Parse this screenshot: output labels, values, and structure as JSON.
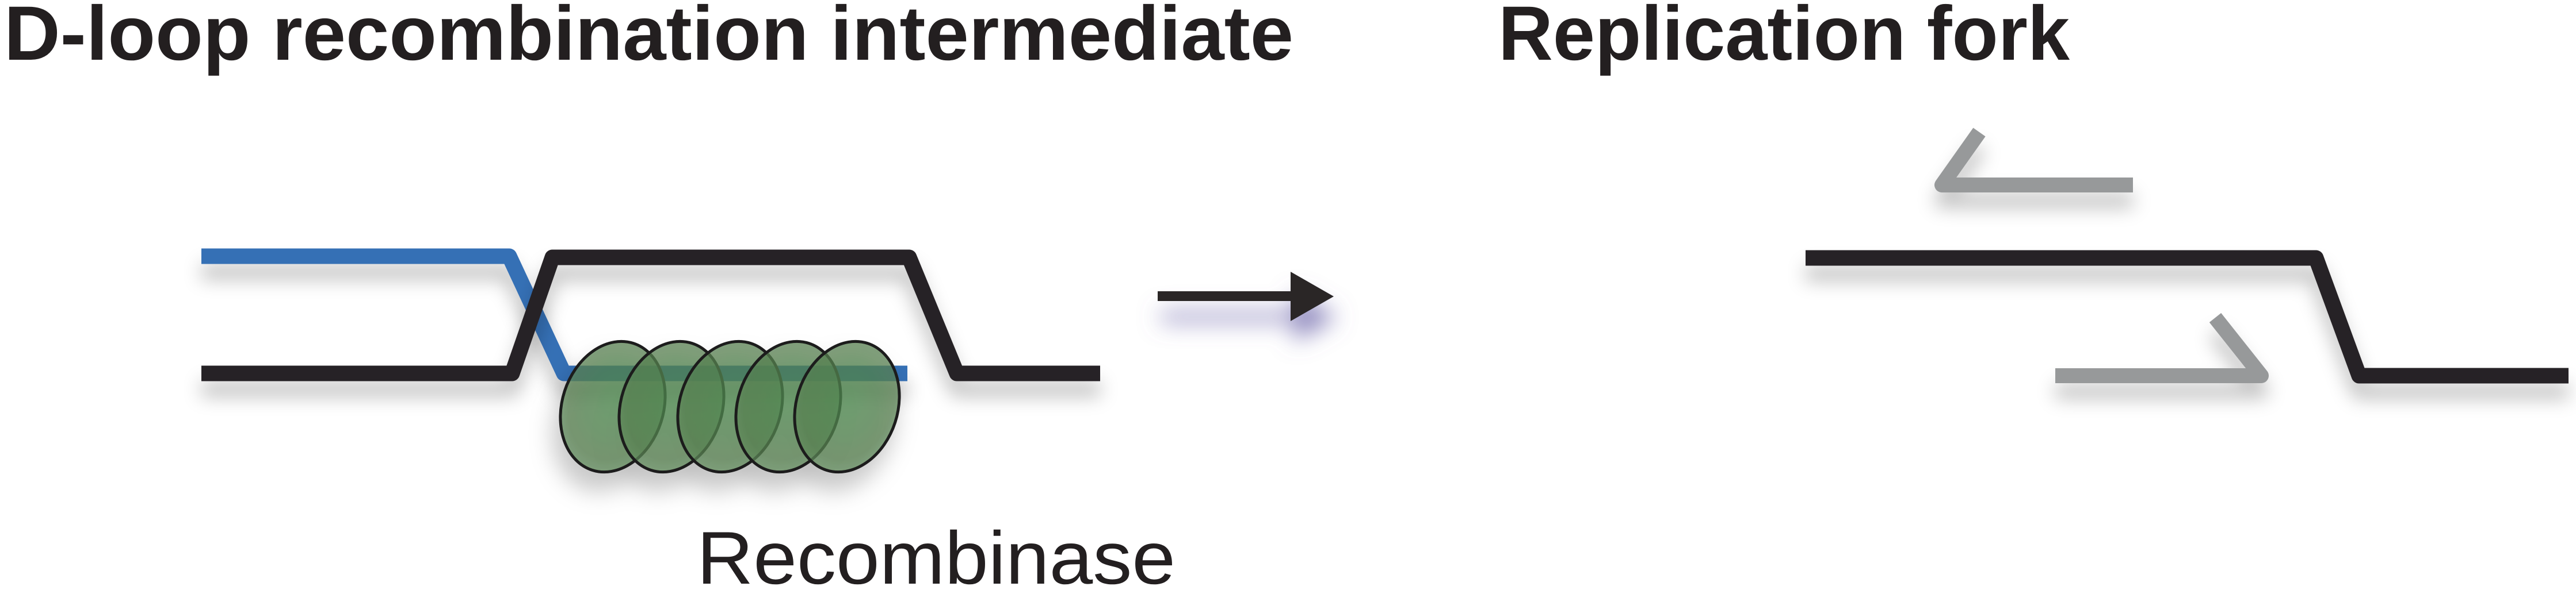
{
  "figure": {
    "left_panel": {
      "title": "D-loop recombination intermediate",
      "label": "Recombinase",
      "strands": {
        "top_homolog_blue": "broken invading duplex - top strand",
        "invading_strand_blue": "blue strand invading black duplex forming D-loop",
        "displaced_strand_black": "black strand displaced into D-loop bubble",
        "template_strand_black": "bottom black template strand"
      },
      "recombinase_filament_units": 5
    },
    "arrow": {
      "direction": "right",
      "meaning": "conversion step"
    },
    "right_panel": {
      "title": "Replication fork",
      "strands": {
        "row1": [
          "blue",
          "gray half-arrow pointing left"
        ],
        "row2": [
          "blue",
          "black descending to fork arm"
        ],
        "row3": [
          "black",
          "blue",
          "gray half-arrow pointing right"
        ],
        "row4": [
          "black full length"
        ]
      }
    },
    "colors": {
      "background": "#ffffff",
      "text": "#231f20",
      "strand_blue": "#3570b5",
      "strand_black": "#272425",
      "strand_gray": "#97999a",
      "recombinase_green": "#567f50",
      "arrow_black": "#2a2627",
      "arrow_shadow_purple": "#7b74b2"
    }
  }
}
